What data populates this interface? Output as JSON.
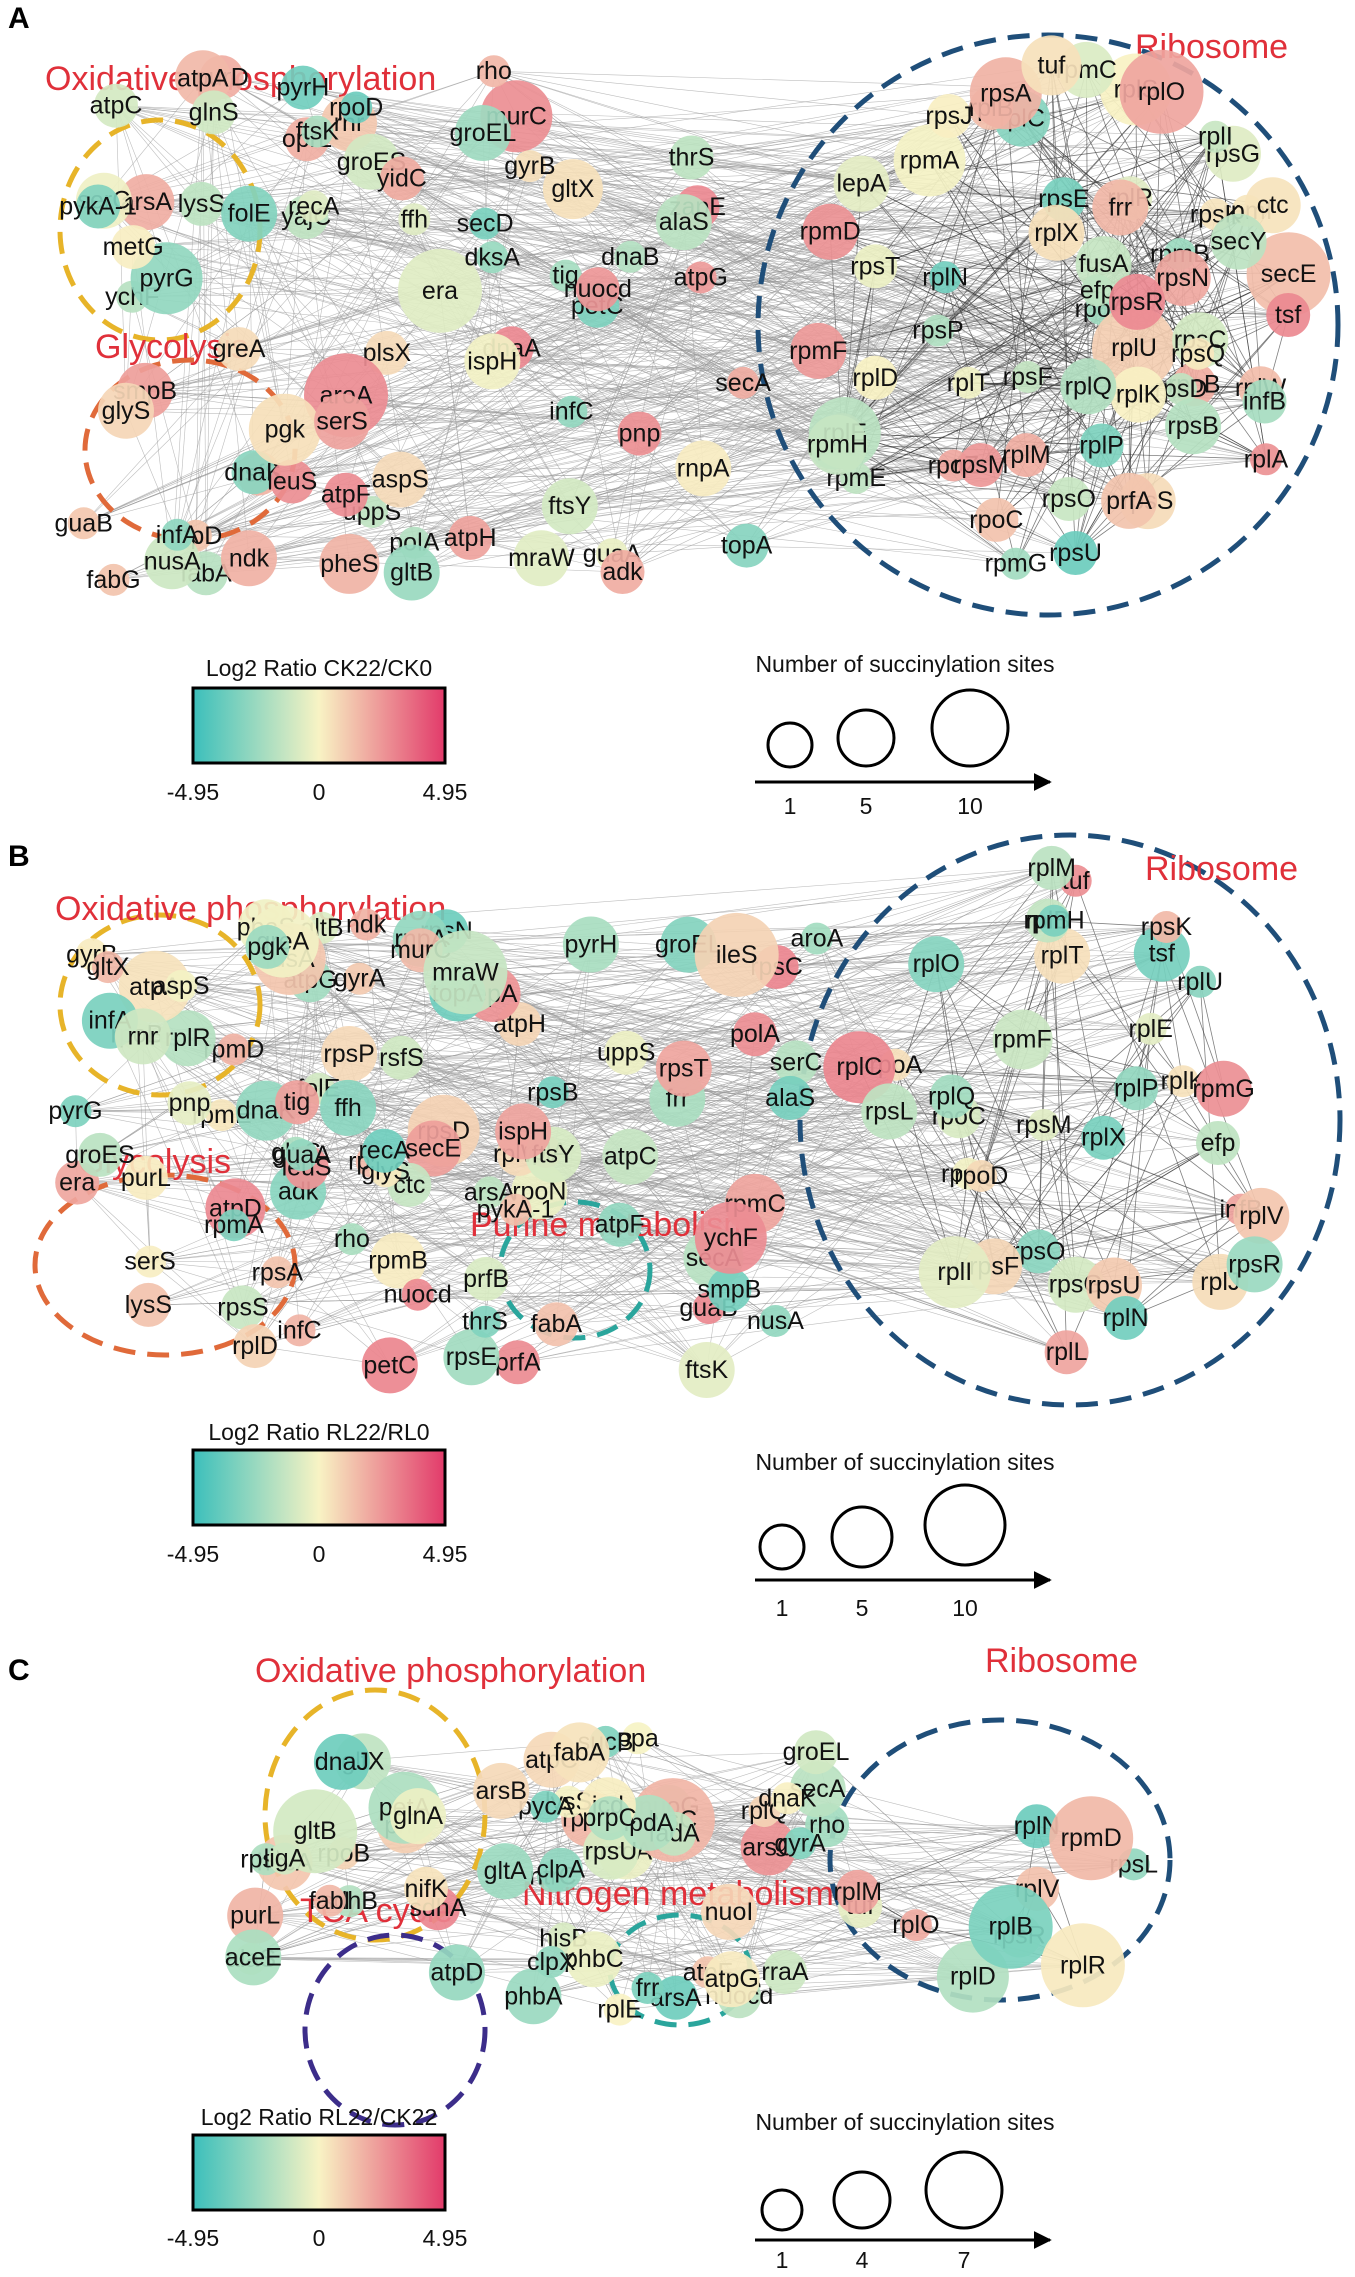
{
  "legend_colors": {
    "neg": "#3bbfbb",
    "mid": "#f8f3c4",
    "pos": "#e23a6a",
    "cluster_orange": "#e06a3a",
    "cluster_yellow": "#e7b429",
    "cluster_blue": "#1f4e79",
    "cluster_teal": "#2aa59c",
    "cluster_purple": "#3c2d8a"
  },
  "panels": [
    {
      "letter": "A",
      "colorbar": {
        "title": "Log2 Ratio CK22/CK0",
        "min_label": "-4.95",
        "mid_label": "0",
        "max_label": "4.95"
      },
      "size_legend": {
        "title": "Number of succinylation sites",
        "labels": [
          "1",
          "5",
          "10"
        ]
      },
      "clusters": [
        {
          "name": "Oxidative phosphorylation",
          "color": "yellow"
        },
        {
          "name": "Glycolysis",
          "color": "orange"
        },
        {
          "name": "Ribosome",
          "color": "blue"
        }
      ],
      "nodes": [
        "tig",
        "murC",
        "ychF",
        "dnaA",
        "pyrH",
        "mraW",
        "rnr",
        "purD",
        "uppS",
        "thrS",
        "groEL",
        "atpF",
        "atpA",
        "atpG",
        "fabA",
        "oprL",
        "glnS",
        "lysS",
        "plsX",
        "era",
        "groES",
        "petC",
        "nuocd",
        "atpH",
        "zapE",
        "arsA",
        "smpB",
        "gltX",
        "atpC",
        "atpD",
        "glyS",
        "guaA",
        "ffh",
        "ftsY",
        "serC",
        "fabG",
        "ispH",
        "pheS",
        "pyrG",
        "aroA",
        "folE",
        "topA",
        "rsfS",
        "gyrB",
        "yajC",
        "metG",
        "polA",
        "guaB",
        "dnaK",
        "rnpA",
        "greA",
        "dnaB",
        "ftsK",
        "nusA",
        "ndk",
        "leuS",
        "pnp",
        "infC",
        "rpoD",
        "infA",
        "alaS",
        "aspS",
        "secD",
        "pgk",
        "pykA-1",
        "rho",
        "rpoZ",
        "recA",
        "dksA",
        "gltB",
        "secA",
        "adk",
        "rpoC",
        "yidC",
        "serS",
        "rpoB",
        "rpoA",
        "rplL",
        "rpsE",
        "rpsF",
        "rplU",
        "rpmE",
        "fusA",
        "rpsS",
        "lepA",
        "rpmF",
        "rpmD",
        "prfA",
        "rpsL",
        "rpmI",
        "rpmB",
        "rpsM",
        "rpsN",
        "rplS",
        "secE",
        "rpsD",
        "rplW",
        "rplP",
        "rplO",
        "rplR",
        "rpmA",
        "rpsU",
        "tsf",
        "rplC",
        "rpsG",
        "frr",
        "rpsK",
        "efp",
        "rplM",
        "rplI",
        "rpsC",
        "rpsB",
        "rplK",
        "rpmC",
        "infB",
        "rpsQ",
        "rpsR",
        "rpsP",
        "rpmG",
        "rplB",
        "rplA",
        "rpsJ",
        "rpsA",
        "ctc",
        "rplQ",
        "rplX",
        "secY",
        "rplE",
        "rpmH",
        "rplT",
        "rpsT",
        "rplN",
        "rplD",
        "rpsO",
        "tuf"
      ]
    },
    {
      "letter": "B",
      "colorbar": {
        "title": "Log2 Ratio RL22/RL0",
        "min_label": "-4.95",
        "mid_label": "0",
        "max_label": "4.95"
      },
      "size_legend": {
        "title": "Number of succinylation sites",
        "labels": [
          "1",
          "5",
          "10"
        ]
      },
      "clusters": [
        {
          "name": "Oxidative phosphorylation",
          "color": "yellow"
        },
        {
          "name": "Glycolysis",
          "color": "orange"
        },
        {
          "name": "Purine metabolism",
          "color": "teal"
        },
        {
          "name": "Ribosome",
          "color": "blue"
        }
      ],
      "nodes": [
        "aroA",
        "serC",
        "rpoN",
        "rpmB",
        "rpmE",
        "rplW",
        "rpoB",
        "frr",
        "nuocd",
        "gyrB",
        "pyrH",
        "era",
        "groES",
        "guaB",
        "rpmD",
        "rplR",
        "rpmC",
        "rpsA",
        "petC",
        "atpA",
        "gltB",
        "pheS",
        "rsfS",
        "nusA",
        "infC",
        "groEL",
        "rpsB",
        "rpsD",
        "secE",
        "rpsN",
        "atpF",
        "atpC",
        "atpG",
        "aspS",
        "secA",
        "prfA",
        "rpsJ",
        "rpsE",
        "rpsC",
        "rpsP",
        "fusA",
        "ctc",
        "atpH",
        "atpD",
        "rho",
        "dnaK",
        "greA",
        "gltX",
        "rnpA",
        "lysS",
        "arsA",
        "rpsT",
        "rpmA",
        "rpsS",
        "rplA",
        "rplD",
        "lepA",
        "rplJ",
        "rpoA",
        "glnS",
        "uppS",
        "glyS",
        "ftsY",
        "pyrG",
        "fabA",
        "tuf",
        "rplL",
        "rpsQ",
        "rplC",
        "infB",
        "rpmF",
        "smpB",
        "folE",
        "infA",
        "tsf",
        "rplT",
        "rplX",
        "pykA-1",
        "murC",
        "gyrA",
        "pgk",
        "ispH",
        "adk",
        "purL",
        "serS",
        "topA",
        "rpsK",
        "rplV",
        "rplK",
        "rpsG",
        "rplM",
        "rplB",
        "ndk",
        "mraW",
        "ftsK",
        "rnr",
        "ychF",
        "rplU",
        "rpsO",
        "rplE",
        "rpmH",
        "thrS",
        "pnp",
        "recA",
        "rpmG",
        "rpsF",
        "efp",
        "alaS",
        "leuS",
        "polA",
        "ileS",
        "rpoC",
        "tig",
        "guaA",
        "prfB",
        "rpoD",
        "rplI",
        "rplQ",
        "rpsM",
        "rplO",
        "rpsU",
        "ffh",
        "rpsL",
        "rplP",
        "rpsR",
        "rplN"
      ]
    },
    {
      "letter": "C",
      "colorbar": {
        "title": "Log2 Ratio RL22/CK22",
        "min_label": "-4.95",
        "mid_label": "0",
        "max_label": "4.95"
      },
      "size_legend": {
        "title": "Number of succinylation sites",
        "labels": [
          "1",
          "4",
          "7"
        ]
      },
      "clusters": [
        {
          "name": "Oxidative phosphorylation",
          "color": "yellow"
        },
        {
          "name": "TCA cycle",
          "color": "purple"
        },
        {
          "name": "Nitrogen metabolism",
          "color": "teal"
        },
        {
          "name": "Ribosome",
          "color": "blue"
        }
      ],
      "nodes": [
        "nrdA",
        "rho",
        "rne",
        "nuocd",
        "sdhA",
        "purL",
        "alaS",
        "pnp",
        "rraA",
        "nuoG",
        "atpD",
        "sdhB",
        "arsC",
        "secA",
        "hisB",
        "rpoB",
        "rpoC",
        "ppa",
        "hscA",
        "arsA",
        "lysS",
        "gltX",
        "rplE",
        "rpsK",
        "frr",
        "rplQ",
        "rpsU",
        "petA",
        "atpC",
        "atpF",
        "lysC",
        "fabI",
        "rpsR",
        "nuoI",
        "groEL",
        "tuf",
        "rplV",
        "rpsL",
        "rplM",
        "atpG",
        "rplN",
        "rplD",
        "fadA",
        "gltB",
        "ntrC",
        "rplB",
        "rplO",
        "rpmD",
        "rplR",
        "lpdA",
        "icd",
        "phbA",
        "dnaK",
        "aceE",
        "sucB",
        "glnA",
        "nifK",
        "fabA",
        "gyrA",
        "ligA",
        "gltA",
        "phbC",
        "prpC",
        "pycA",
        "clpX",
        "clpA",
        "dnaJ",
        "arsB"
      ]
    }
  ]
}
